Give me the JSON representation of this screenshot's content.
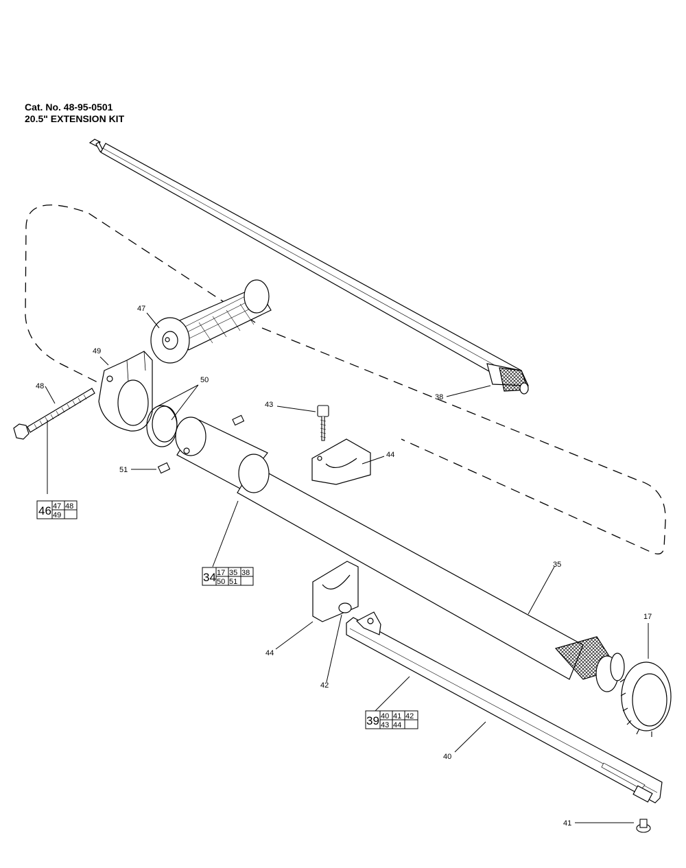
{
  "header": {
    "catalog": "Cat. No. 48-95-0501",
    "kit_name": "20.5\" EXTENSION KIT"
  },
  "callouts": {
    "p38": "38",
    "p47": "47",
    "p49": "49",
    "p48": "48",
    "p50": "50",
    "p43": "43",
    "p44a": "44",
    "p51": "51",
    "p35": "35",
    "p17": "17",
    "p44b": "44",
    "p42": "42",
    "p40": "40",
    "p41": "41"
  },
  "kits": [
    {
      "main": "46",
      "row1": [
        "47",
        "48"
      ],
      "row2": [
        "49",
        ""
      ]
    },
    {
      "main": "34",
      "row1": [
        "17",
        "35",
        "38"
      ],
      "row2": [
        "50",
        "51",
        ""
      ]
    },
    {
      "main": "39",
      "row1": [
        "40",
        "41",
        "42"
      ],
      "row2": [
        "43",
        "44",
        ""
      ]
    }
  ],
  "colors": {
    "ink": "#000000",
    "paper": "#ffffff",
    "part_fill": "#f2f2f2"
  }
}
